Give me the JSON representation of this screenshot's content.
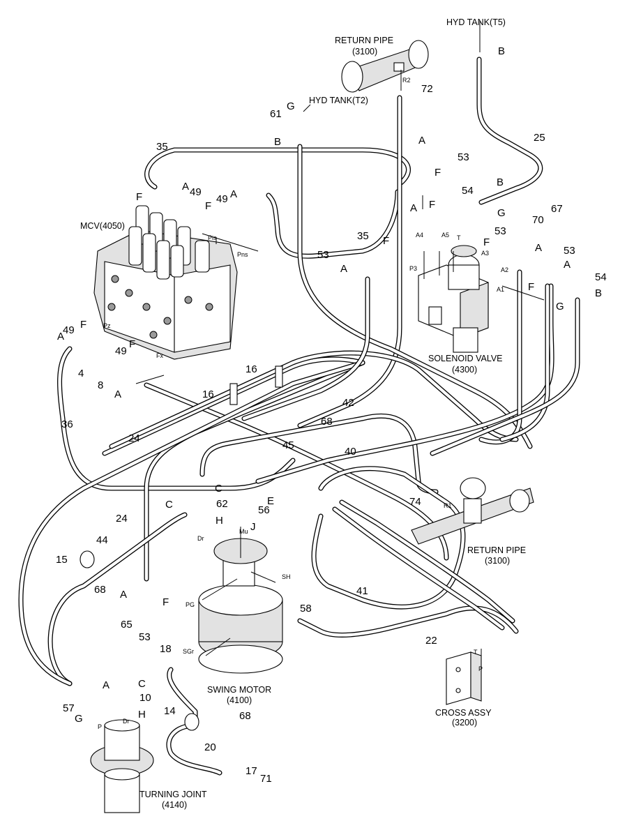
{
  "components": {
    "mcv": "MCV(4050)",
    "return_pipe_top": [
      "RETURN PIPE",
      "(3100)"
    ],
    "return_pipe_right": [
      "RETURN PIPE",
      "(3100)"
    ],
    "hyd_tank_t5": "HYD TANK(T5)",
    "hyd_tank_t2": "HYD TANK(T2)",
    "solenoid_valve": [
      "SOLENOID VALVE",
      "(4300)"
    ],
    "swing_motor": [
      "SWING MOTOR",
      "(4100)"
    ],
    "cross_assy": [
      "CROSS ASSY",
      "(3200)"
    ],
    "turning_joint": [
      "TURNING JOINT",
      "(4140)"
    ]
  },
  "part_numbers": [
    "4",
    "8",
    "10",
    "14",
    "15",
    "16",
    "16",
    "17",
    "18",
    "20",
    "22",
    "24",
    "24",
    "25",
    "35",
    "35",
    "36",
    "40",
    "41",
    "42",
    "44",
    "45",
    "49",
    "49",
    "49",
    "49",
    "53",
    "53",
    "53",
    "53",
    "53",
    "54",
    "54",
    "56",
    "57",
    "58",
    "61",
    "62",
    "65",
    "67",
    "68",
    "68",
    "68",
    "70",
    "71",
    "72",
    "74"
  ],
  "port_letters": [
    "A",
    "A",
    "A",
    "A",
    "A",
    "A",
    "A",
    "A",
    "A",
    "A",
    "A",
    "B",
    "B",
    "B",
    "B",
    "C",
    "C",
    "C",
    "E",
    "F",
    "F",
    "F",
    "F",
    "F",
    "F",
    "F",
    "F",
    "F",
    "F",
    "G",
    "G",
    "G",
    "G",
    "H",
    "H",
    "J"
  ],
  "port_codes": [
    "Pis",
    "Pns",
    "Pz",
    "Fx",
    "A1",
    "A2",
    "A3",
    "A4",
    "A5",
    "P3",
    "T",
    "R1",
    "R2",
    "Mu",
    "SH",
    "PG",
    "SGr",
    "Dr",
    "Dr",
    "P",
    "T",
    "P"
  ]
}
